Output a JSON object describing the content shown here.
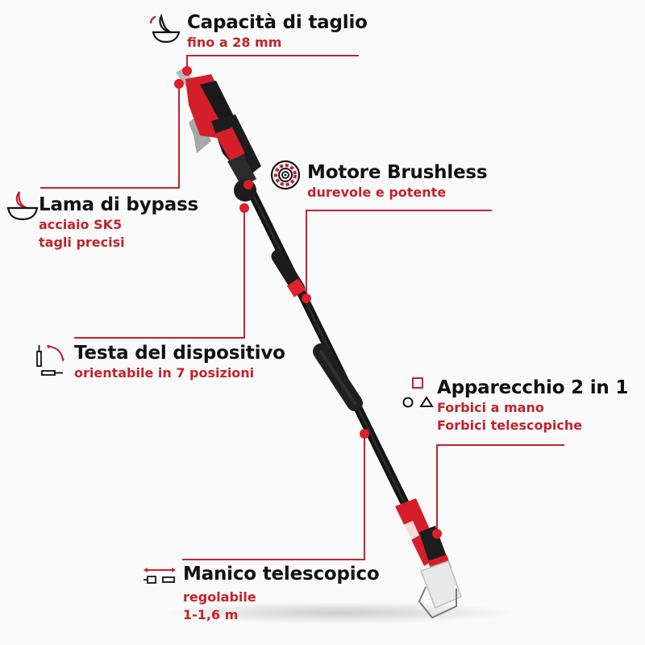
{
  "colors": {
    "accent": "#c4222d",
    "dot": "#dc1f2b",
    "title": "#111111",
    "background": "#fafafa",
    "tool_body": "#1b1b1b",
    "tool_red": "#d41e2a"
  },
  "features": [
    {
      "id": "cutting-capacity",
      "icon": "blade-cut-icon",
      "title": "Capacità di taglio",
      "lines": [
        "fino a 28 mm"
      ]
    },
    {
      "id": "bypass-blade",
      "icon": "bypass-blade-icon",
      "title": "Lama di bypass",
      "lines": [
        "acciaio SK5",
        "tagli precisi"
      ]
    },
    {
      "id": "brushless-motor",
      "icon": "motor-icon",
      "title": "Motore Brushless",
      "lines": [
        "durevole e potente"
      ]
    },
    {
      "id": "device-head",
      "icon": "rotating-head-icon",
      "title": "Testa del dispositivo",
      "lines": [
        "orientabile in 7 posizioni"
      ]
    },
    {
      "id": "two-in-one",
      "icon": "shapes-icon",
      "title": "Apparecchio 2 in 1",
      "lines": [
        "Forbici a mano",
        "Forbici telescopiche"
      ]
    },
    {
      "id": "telescopic-handle",
      "icon": "telescopic-icon",
      "title": "Manico telescopico",
      "lines": [
        "regolabile",
        "1-1,6 m"
      ]
    }
  ]
}
